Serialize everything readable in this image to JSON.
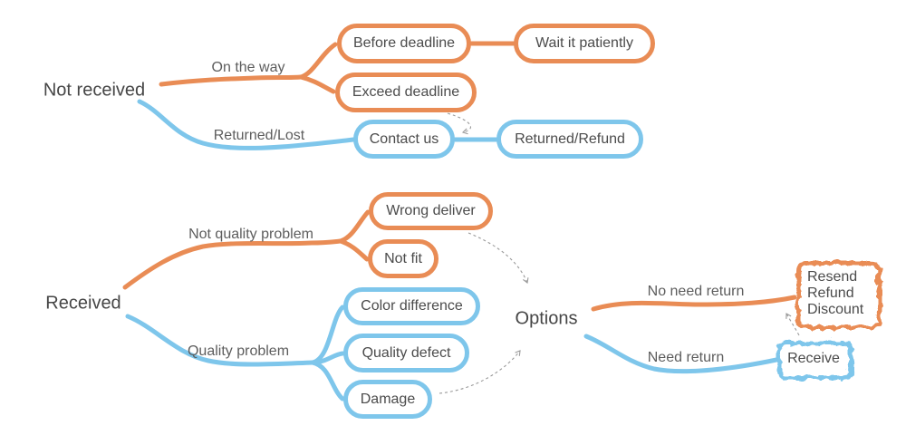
{
  "colors": {
    "orange": "#e98c55",
    "blue": "#7ec6eb",
    "node_text": "#4b4b4b",
    "branch_label_text": "#5d5d5d",
    "root_text": "#464646",
    "dashed_arrow": "#999999",
    "background": "#ffffff"
  },
  "tree_not_received": {
    "root": "Not received",
    "labels": {
      "on_the_way": "On the way",
      "returned_lost": "Returned/Lost"
    },
    "nodes": {
      "before_deadline": "Before deadline",
      "wait_it_patiently": "Wait it patiently",
      "exceed_deadline": "Exceed deadline",
      "contact_us": "Contact us",
      "returned_refund": "Returned/Refund"
    }
  },
  "tree_received": {
    "root": "Received",
    "labels": {
      "not_quality_problem": "Not quality problem",
      "quality_problem": "Quality problem"
    },
    "nodes": {
      "wrong_deliver": "Wrong deliver",
      "not_fit": "Not fit",
      "color_difference": "Color difference",
      "quality_defect": "Quality defect",
      "damage": "Damage"
    }
  },
  "tree_options": {
    "root": "Options",
    "labels": {
      "no_need_return": "No need return",
      "need_return": "Need return"
    },
    "nodes": {
      "resend_refund_discount": {
        "line1": "Resend",
        "line2": "Refund",
        "line3": "Discount"
      },
      "receive": "Receive"
    }
  }
}
